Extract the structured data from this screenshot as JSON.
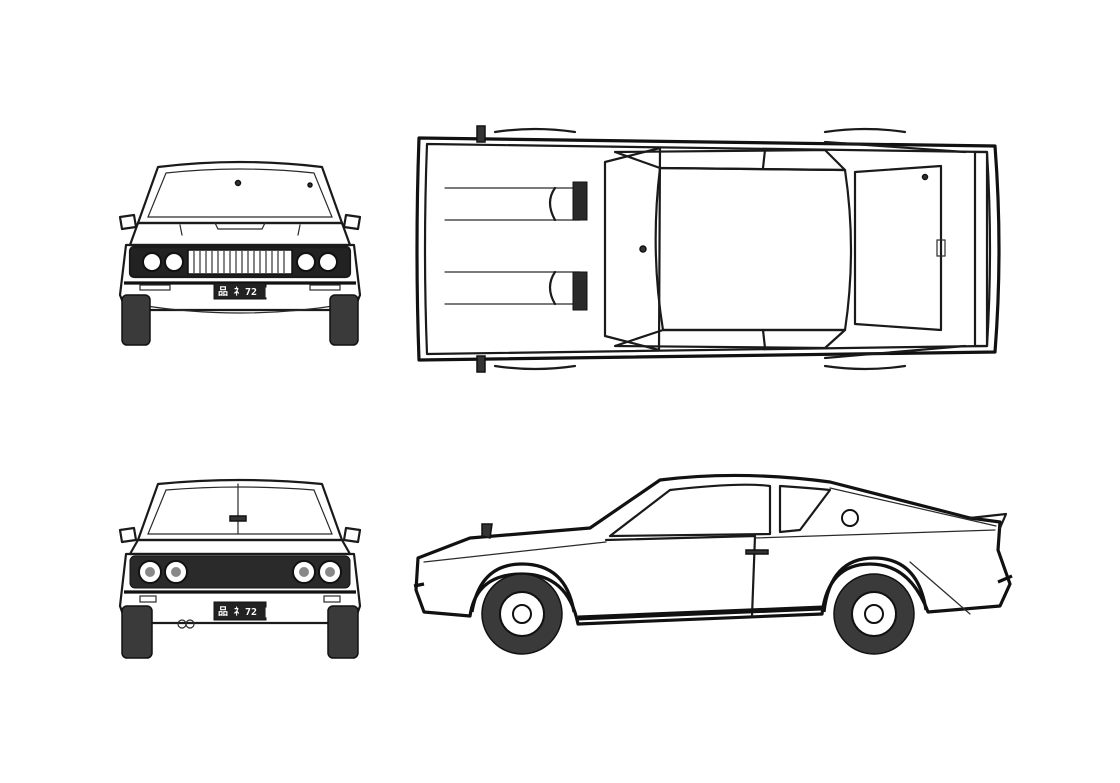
{
  "drawing": {
    "views": [
      {
        "id": "front",
        "label": ""
      },
      {
        "id": "top",
        "label": ""
      },
      {
        "id": "rear",
        "label": ""
      },
      {
        "id": "side",
        "label": ""
      }
    ]
  },
  "front_plate": "品 ﾈ 72 | 1",
  "rear_plate": "品 ﾈ 72 | 1",
  "colors": {
    "ink": "#1a1a1a",
    "paper": "#ffffff"
  }
}
